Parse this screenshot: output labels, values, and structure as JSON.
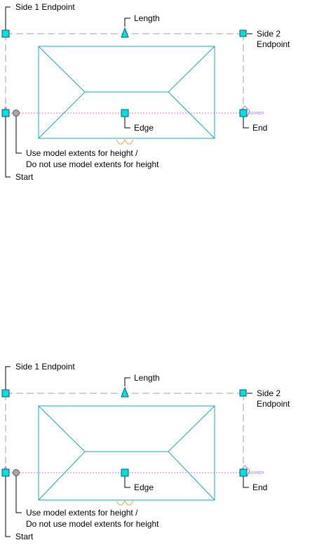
{
  "diagrams": [
    {
      "labels": {
        "side1": "Side 1 Endpoint",
        "length": "Length",
        "side2_line1": "Side 2",
        "side2_line2": "Endpoint",
        "edge": "Edge",
        "end": "End",
        "extents_line1": "Use model extents for height /",
        "extents_line2": "Do not use model extents for height",
        "start": "Start",
        "marker": "NUMBER"
      }
    },
    {
      "labels": {
        "side1": "Side 1 Endpoint",
        "length": "Length",
        "side2_line1": "Side 2",
        "side2_line2": "Endpoint",
        "edge": "Edge",
        "end": "End",
        "extents_line1": "Use model extents for height /",
        "extents_line2": "Do not use model extents for height",
        "start": "Start",
        "marker": "NUMBER"
      }
    }
  ]
}
